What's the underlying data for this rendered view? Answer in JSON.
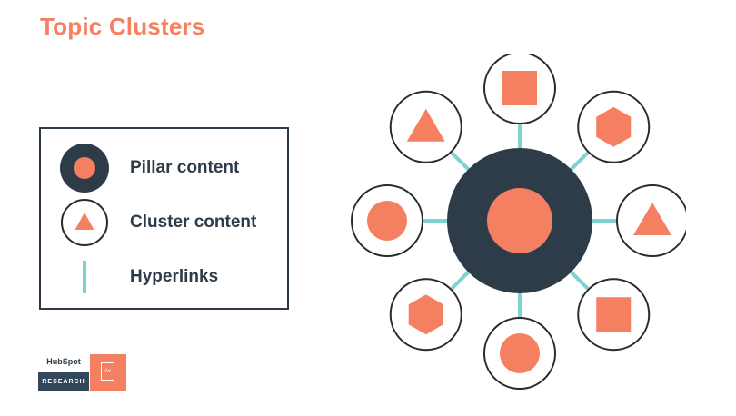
{
  "title": "Topic Clusters",
  "legend": {
    "items": [
      {
        "symbol": "pillar-circle",
        "label": "Pillar content"
      },
      {
        "symbol": "cluster-triangle-circle",
        "label": "Cluster content"
      },
      {
        "symbol": "teal-line",
        "label": "Hyperlinks"
      }
    ]
  },
  "diagram": {
    "pillar": {
      "inner_shape": "circle"
    },
    "clusters": [
      {
        "position": "top",
        "shape": "square"
      },
      {
        "position": "top-right",
        "shape": "hexagon"
      },
      {
        "position": "right",
        "shape": "triangle"
      },
      {
        "position": "bottom-right",
        "shape": "square"
      },
      {
        "position": "bottom",
        "shape": "circle"
      },
      {
        "position": "bottom-left",
        "shape": "hexagon"
      },
      {
        "position": "left",
        "shape": "circle"
      },
      {
        "position": "top-left",
        "shape": "triangle"
      }
    ]
  },
  "branding": {
    "logo_text": "HubSpot",
    "research_text": "RESEARCH",
    "tile_text": "Av"
  },
  "colors": {
    "accent": "#f58061",
    "navy": "#2e3c4a",
    "teal": "#7fd3cf",
    "ring": "#2a2a2a"
  }
}
